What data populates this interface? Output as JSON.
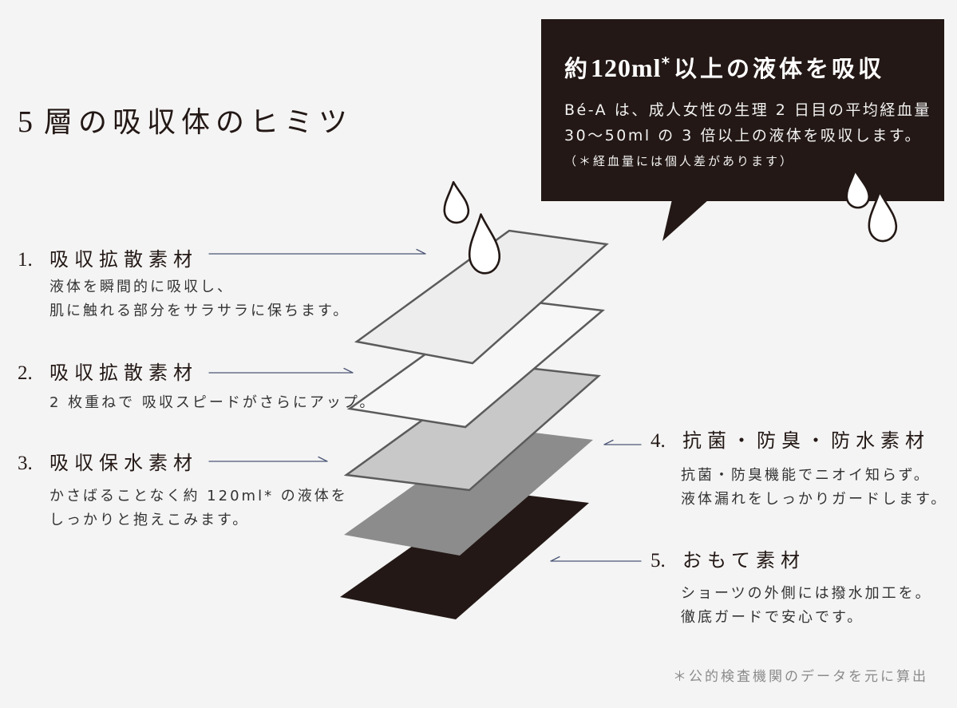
{
  "title": {
    "number": "5",
    "text": "層の吸収体のヒミツ"
  },
  "callout": {
    "heading_prefix": "約",
    "heading_amount": "120ml",
    "heading_mark": "*",
    "heading_rest": "以上の液体を吸収",
    "body": [
      "Bé-A は、成人女性の生理 2 日目の平均経血量",
      "30〜50ml の 3 倍以上の液体を吸収します。"
    ],
    "note": "（＊経血量には個人差があります）"
  },
  "layers": [
    {
      "number": "1.",
      "name": "吸収拡散素材",
      "description": [
        "液体を瞬間的に吸収し、",
        "肌に触れる部分をサラサラに保ちます。"
      ],
      "color": "#ededed"
    },
    {
      "number": "2.",
      "name": "吸収拡散素材",
      "description": [
        "2 枚重ねで 吸収スピードがさらにアップ。"
      ],
      "color": "#f7f7f7"
    },
    {
      "number": "3.",
      "name": "吸収保水素材",
      "description": [
        "かさばることなく約 120ml* の液体を",
        "しっかりと抱えこみます。"
      ],
      "color": "#c8c8c8"
    },
    {
      "number": "4.",
      "name": "抗菌・防臭・防水素材",
      "description": [
        "抗菌・防臭機能でニオイ知らず。",
        "液体漏れをしっかりガードします。"
      ],
      "color": "#8c8c8c"
    },
    {
      "number": "5.",
      "name": "おもて素材",
      "description": [
        "ショーツの外側には撥水加工を。",
        "徹底ガードで安心です。"
      ],
      "color": "#231815"
    }
  ],
  "footnote": "＊公的検査機関のデータを元に算出",
  "colors": {
    "callout_bg": "#231815",
    "arrow": "#4c5676"
  }
}
